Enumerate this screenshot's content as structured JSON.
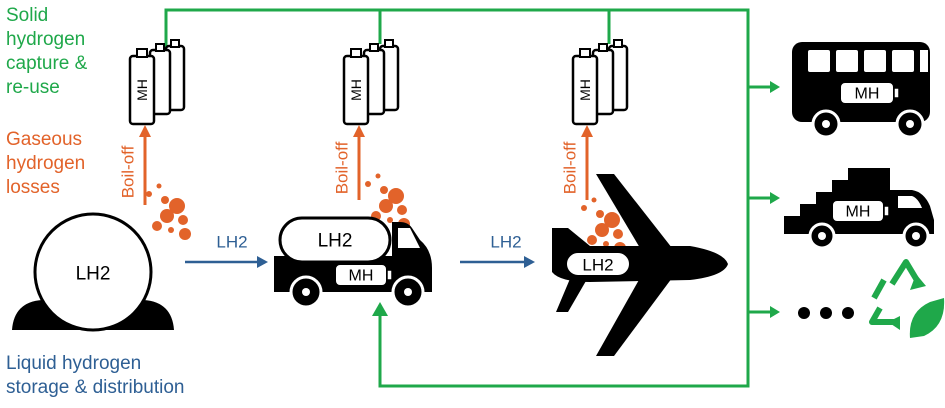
{
  "labels": {
    "solid_capture": [
      "Solid",
      "hydrogen",
      "capture &",
      "re-use"
    ],
    "gaseous_losses": [
      "Gaseous",
      "hydrogen",
      "losses"
    ],
    "liquid_storage": [
      "Liquid hydrogen",
      "storage & distribution"
    ],
    "boil_off": "Boil-off",
    "lh2": "LH2",
    "mh": "MH",
    "ellipsis": "• • •"
  },
  "icons": [
    "mh-cylinder-icon",
    "storage-sphere-icon",
    "tanker-truck-icon",
    "airplane-icon",
    "bus-icon",
    "box-truck-icon",
    "recycle-leaf-icon",
    "bubbles-icon"
  ],
  "colors": {
    "green": "#1fa84a",
    "orange": "#e2632a",
    "blue": "#2e5f94",
    "black": "#000000"
  }
}
